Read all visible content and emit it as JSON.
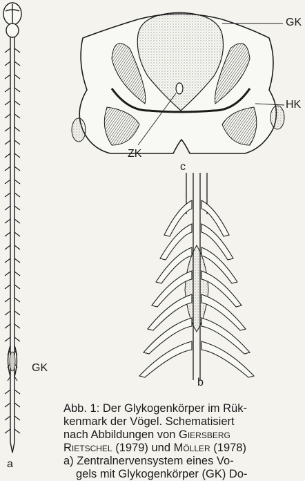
{
  "labels": {
    "a": "a",
    "b": "b",
    "c": "c",
    "gk_a": "GK",
    "gk_c": "GK",
    "hk_c": "HK",
    "zk_c": "ZK"
  },
  "caption": {
    "line1": "Abb. 1: Der Glykogenkörper im Rük-",
    "line2": "kenmark der Vögel. Schematisiert",
    "line3_pre": "nach Abbildungen von ",
    "line3_author": "Giersberg",
    "line4_author1": "Rietschel",
    "line4_mid": " (1979) und ",
    "line4_author2": "Möller",
    "line4_post": " (1978)",
    "line5": "a) Zentralnervensystem eines Vo-",
    "line6": "gels mit Glykogenkörper (GK) Do-"
  }
}
